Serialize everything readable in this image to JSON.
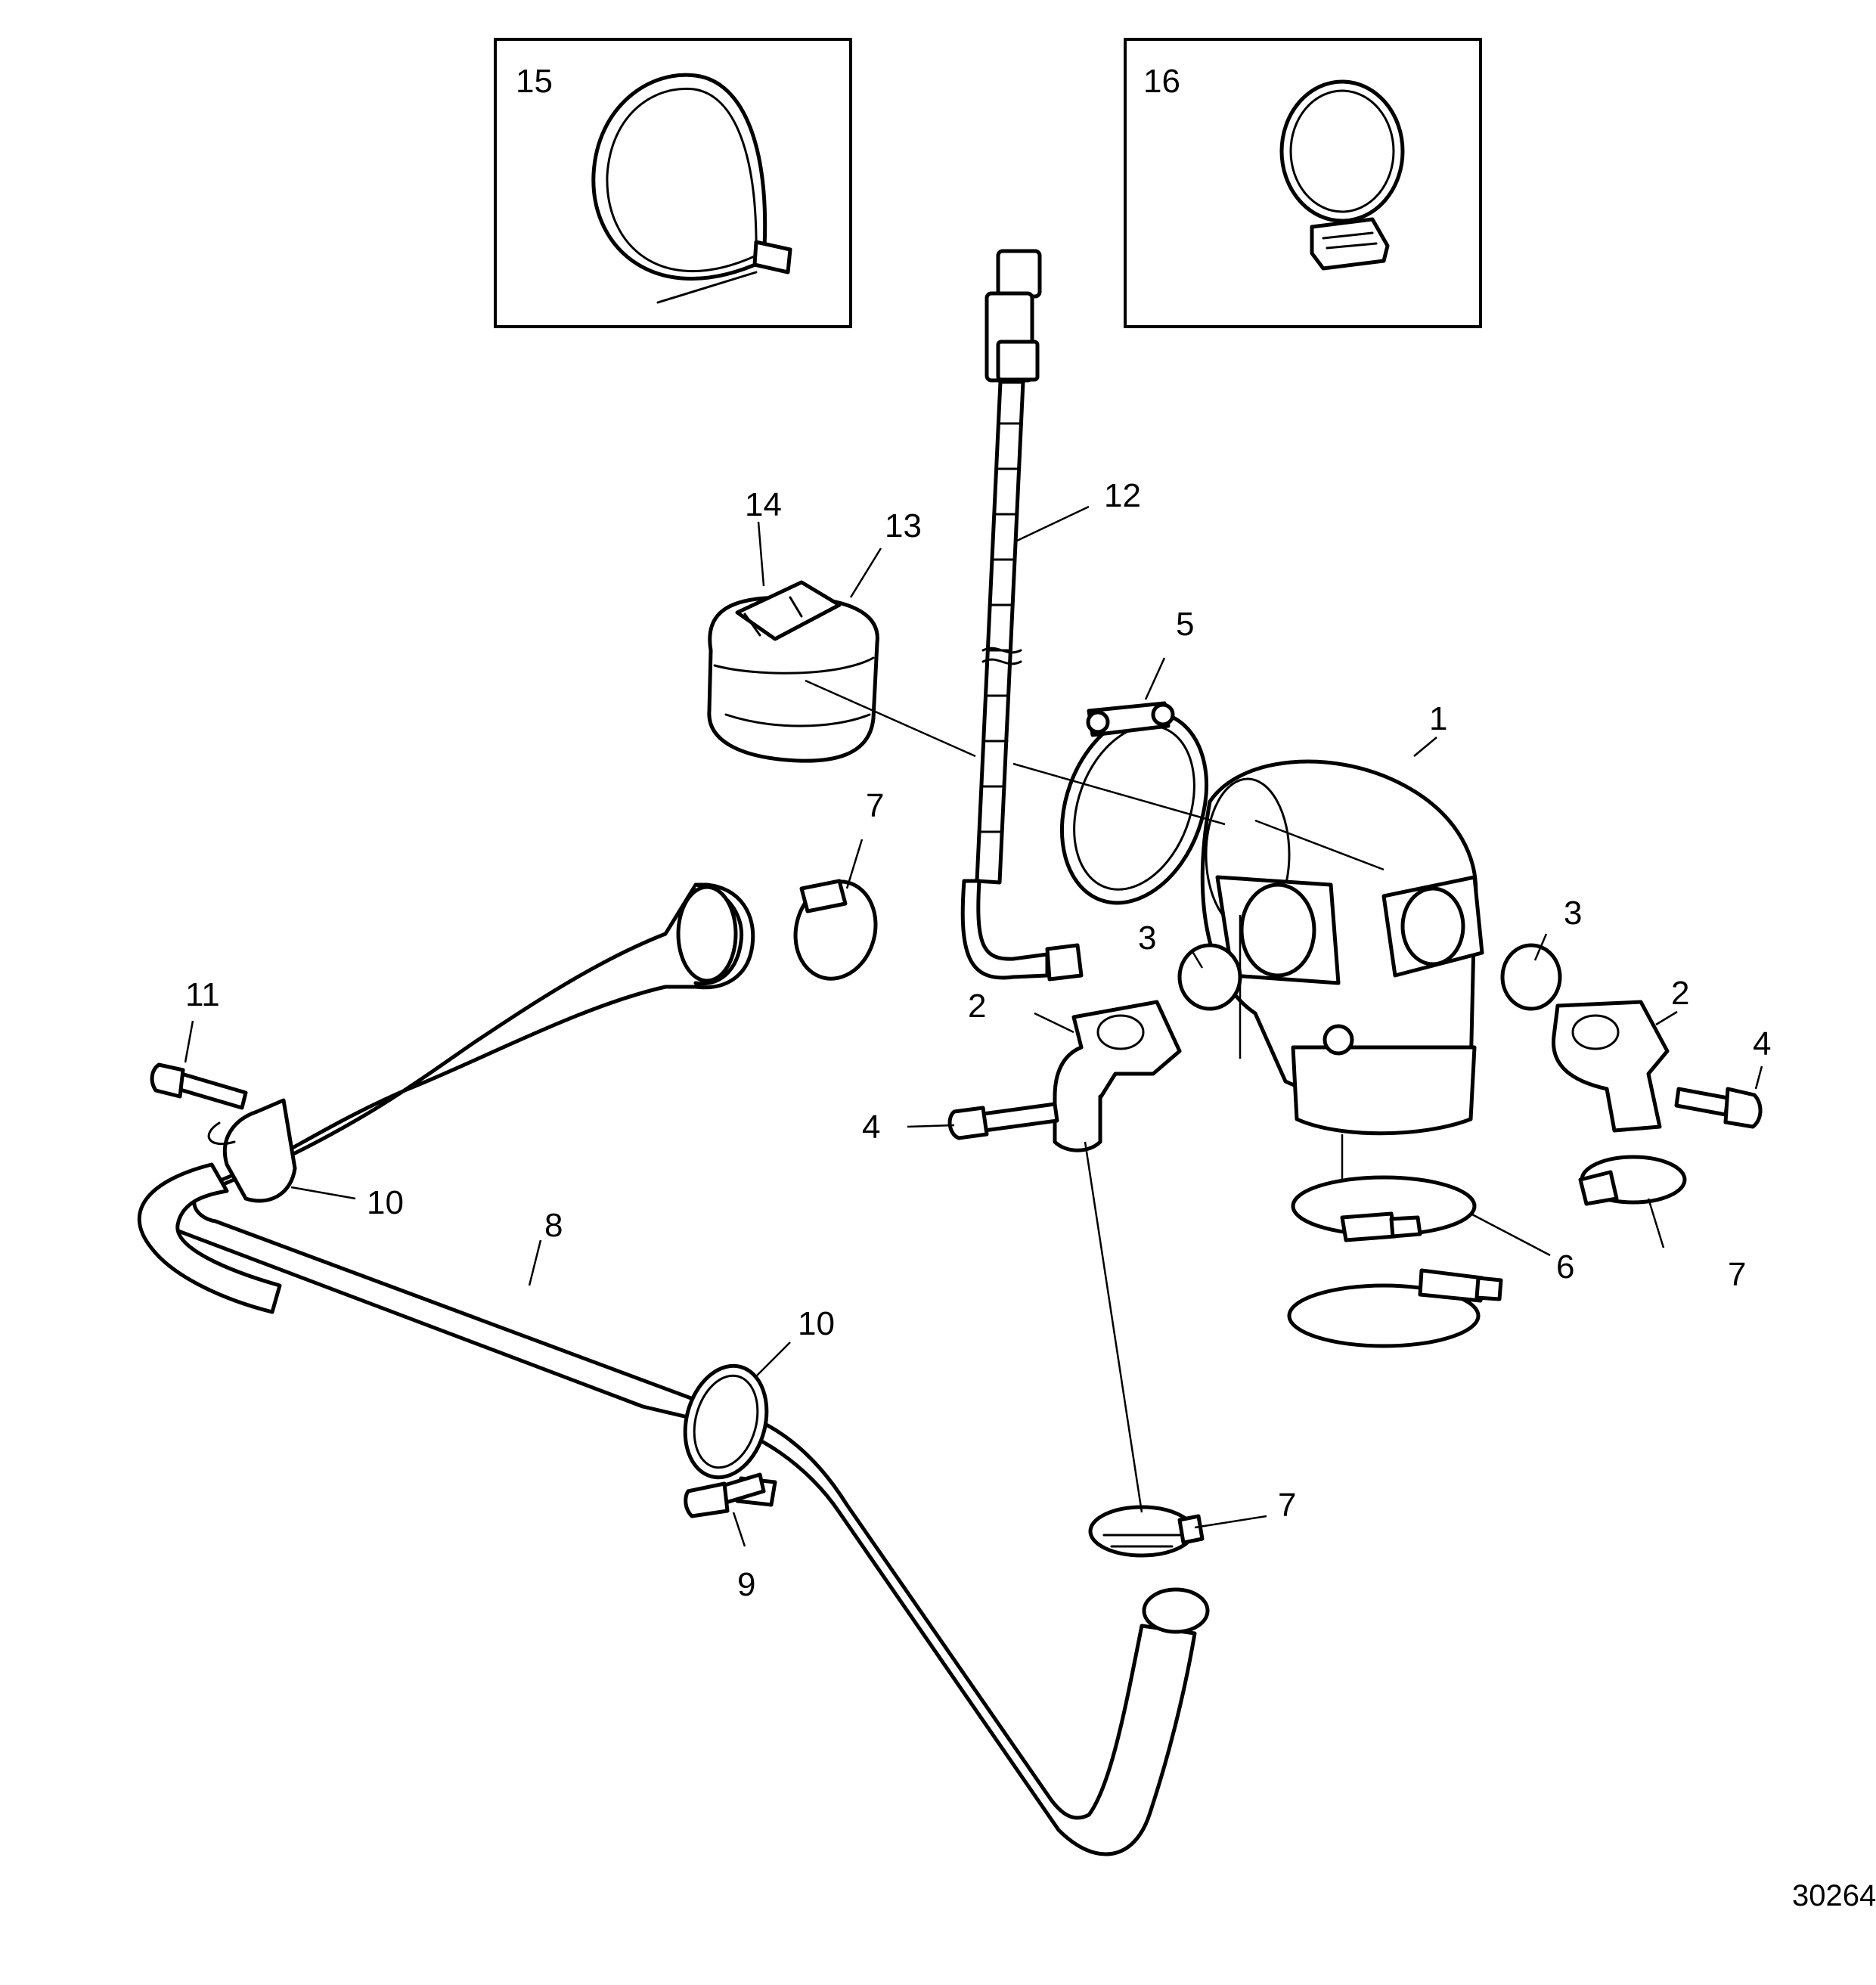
{
  "diagram": {
    "figure_number": "30264",
    "insets": [
      {
        "id": "inset-15",
        "label": "15"
      },
      {
        "id": "inset-16",
        "label": "16"
      }
    ],
    "callouts": [
      {
        "id": "c1",
        "label": "1"
      },
      {
        "id": "c2a",
        "label": "2"
      },
      {
        "id": "c2b",
        "label": "2"
      },
      {
        "id": "c3a",
        "label": "3"
      },
      {
        "id": "c3b",
        "label": "3"
      },
      {
        "id": "c4a",
        "label": "4"
      },
      {
        "id": "c4b",
        "label": "4"
      },
      {
        "id": "c5",
        "label": "5"
      },
      {
        "id": "c6",
        "label": "6"
      },
      {
        "id": "c7a",
        "label": "7"
      },
      {
        "id": "c7b",
        "label": "7"
      },
      {
        "id": "c7c",
        "label": "7"
      },
      {
        "id": "c8",
        "label": "8"
      },
      {
        "id": "c9",
        "label": "9"
      },
      {
        "id": "c10a",
        "label": "10"
      },
      {
        "id": "c10b",
        "label": "10"
      },
      {
        "id": "c11",
        "label": "11"
      },
      {
        "id": "c12",
        "label": "12"
      },
      {
        "id": "c13",
        "label": "13"
      },
      {
        "id": "c14",
        "label": "14"
      }
    ]
  }
}
